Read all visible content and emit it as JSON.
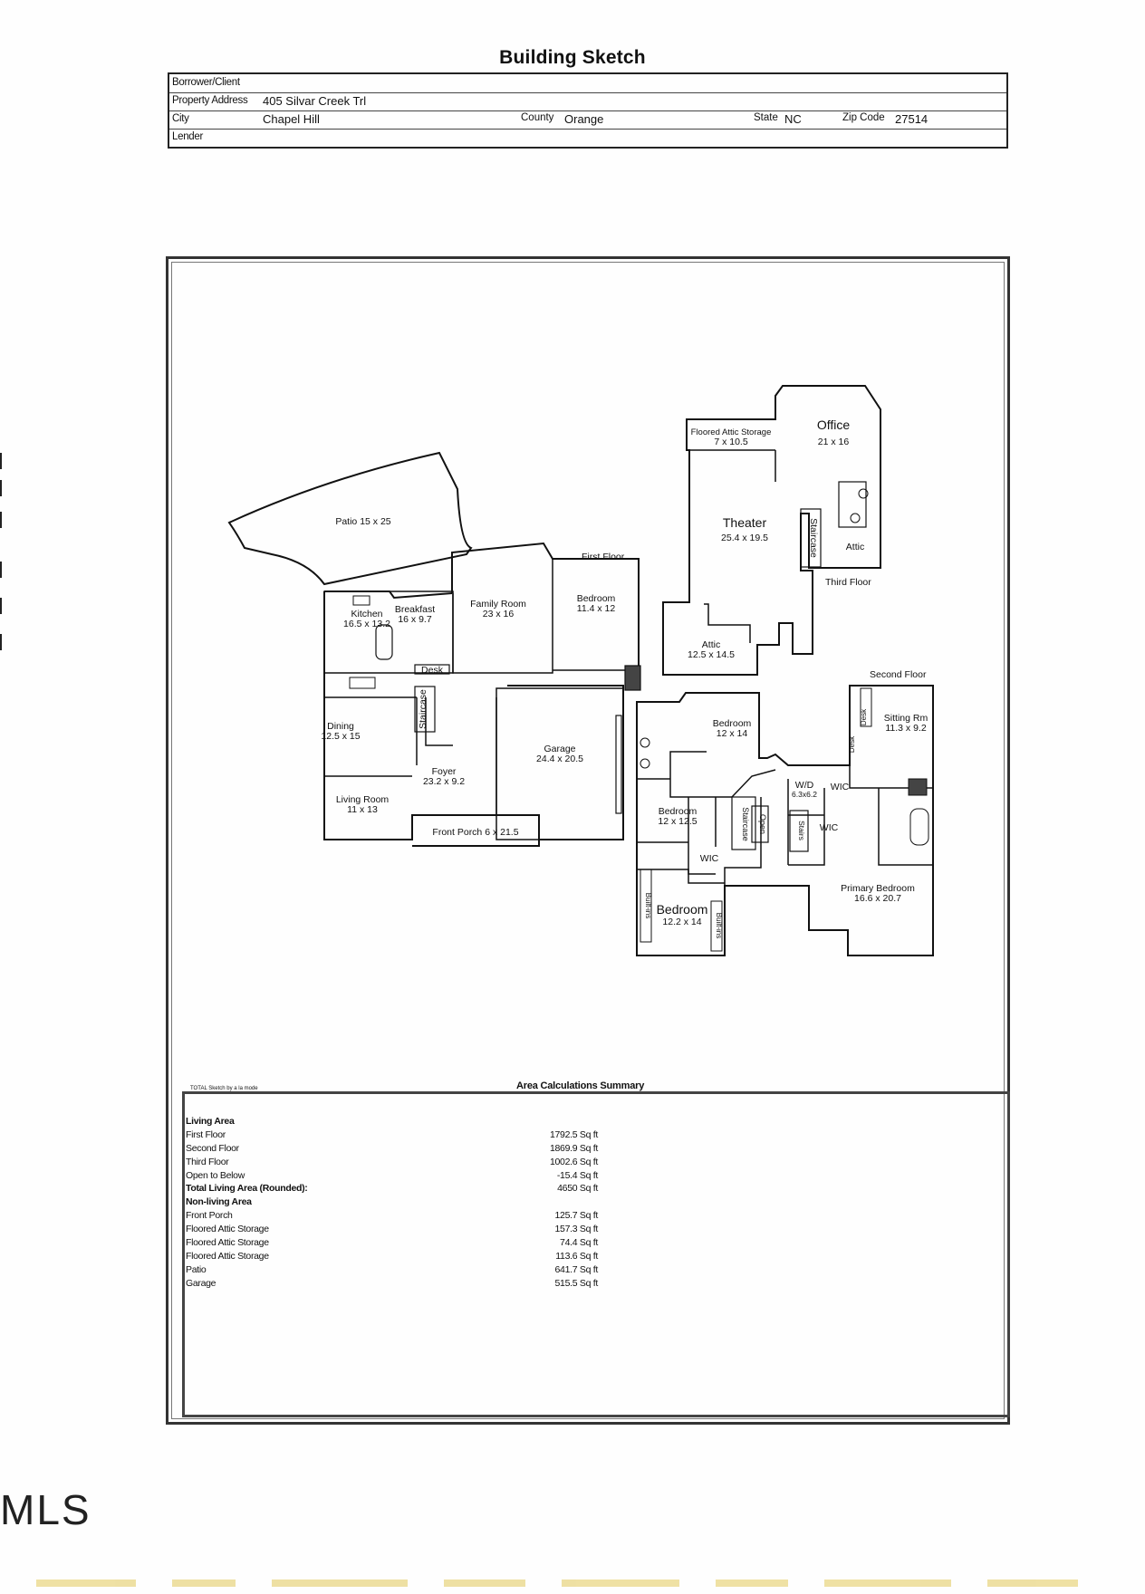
{
  "document": {
    "title": "Building Sketch"
  },
  "header": {
    "borrower_label": "Borrower/Client",
    "borrower_value": "",
    "address_label": "Property Address",
    "address_value": "405 Silvar Creek Trl",
    "city_label": "City",
    "city_value": "Chapel Hill",
    "county_label": "County",
    "county_value": "Orange",
    "state_label": "State",
    "state_value": "NC",
    "zip_label": "Zip Code",
    "zip_value": "27514",
    "lender_label": "Lender",
    "lender_value": ""
  },
  "floors": {
    "first": {
      "label": "First Floor",
      "rooms": {
        "patio": "Patio 15 x 25",
        "kitchen_name": "Kitchen",
        "kitchen_dim": "16.5 x 13.2",
        "breakfast_name": "Breakfast",
        "breakfast_dim": "16 x 9.7",
        "family_name": "Family Room",
        "family_dim": "23 x 16",
        "bedroom_name": "Bedroom",
        "bedroom_dim": "11.4 x 12",
        "desk": "Desk",
        "staircase": "Staircase",
        "dining_name": "Dining",
        "dining_dim": "12.5 x 15",
        "foyer_name": "Foyer",
        "foyer_dim": "23.2 x 9.2",
        "living_name": "Living Room",
        "living_dim": "11 x 13",
        "front_porch": "Front Porch 6 x 21.5",
        "garage_name": "Garage",
        "garage_dim": "24.4 x 20.5"
      }
    },
    "third": {
      "label": "Third Floor",
      "rooms": {
        "attic_storage_name": "Floored Attic Storage",
        "attic_storage_dim": "7 x 10.5",
        "office_name": "Office",
        "office_dim": "21 x 16",
        "theater_name": "Theater",
        "theater_dim": "25.4 x 19.5",
        "staircase": "Staircase",
        "attic": "Attic",
        "attic2_name": "Attic",
        "attic2_dim": "12.5 x 14.5"
      }
    },
    "second": {
      "label": "Second Floor",
      "rooms": {
        "bedroom1_name": "Bedroom",
        "bedroom1_dim": "12 x 14",
        "sitting_name": "Sitting Rm",
        "sitting_dim": "11.3 x 9.2",
        "desk": "Desk",
        "desk2": "Desk",
        "wd_name": "W/D",
        "wd_dim": "6.3x6.2",
        "wic1": "WIC",
        "wic2": "WIC",
        "wic3": "WIC",
        "bedroom2_name": "Bedroom",
        "bedroom2_dim": "12 x 12.5",
        "staircase": "Staircase",
        "open": "Open",
        "stairs": "Stairs",
        "bedroom3_name": "Bedroom",
        "bedroom3_dim": "12.2 x 14",
        "built_ins": "Built-ins",
        "built_ins2": "Built-ins",
        "primary_name": "Primary Bedroom",
        "primary_dim": "16.6 x 20.7"
      }
    }
  },
  "summary": {
    "tool_label": "TOTAL Sketch by a la mode",
    "title": "Area Calculations Summary",
    "rows": [
      {
        "label": "Living Area",
        "value": ""
      },
      {
        "label": "First Floor",
        "value": "1792.5 Sq ft"
      },
      {
        "label": "Second Floor",
        "value": "1869.9 Sq ft"
      },
      {
        "label": "Third Floor",
        "value": "1002.6 Sq ft"
      },
      {
        "label": "Open to Below",
        "value": "-15.4 Sq ft"
      },
      {
        "label": "Total Living Area (Rounded):",
        "value": "4650 Sq ft"
      },
      {
        "label": "Non-living Area",
        "value": ""
      },
      {
        "label": "Front Porch",
        "value": "125.7 Sq ft"
      },
      {
        "label": "Floored Attic Storage",
        "value": "157.3 Sq ft"
      },
      {
        "label": "Floored Attic Storage",
        "value": "74.4 Sq ft"
      },
      {
        "label": "Floored Attic Storage",
        "value": "113.6 Sq ft"
      },
      {
        "label": "Patio",
        "value": "641.7 Sq ft"
      },
      {
        "label": "Garage",
        "value": "515.5 Sq ft"
      }
    ]
  },
  "watermark": {
    "text": "MLS"
  }
}
